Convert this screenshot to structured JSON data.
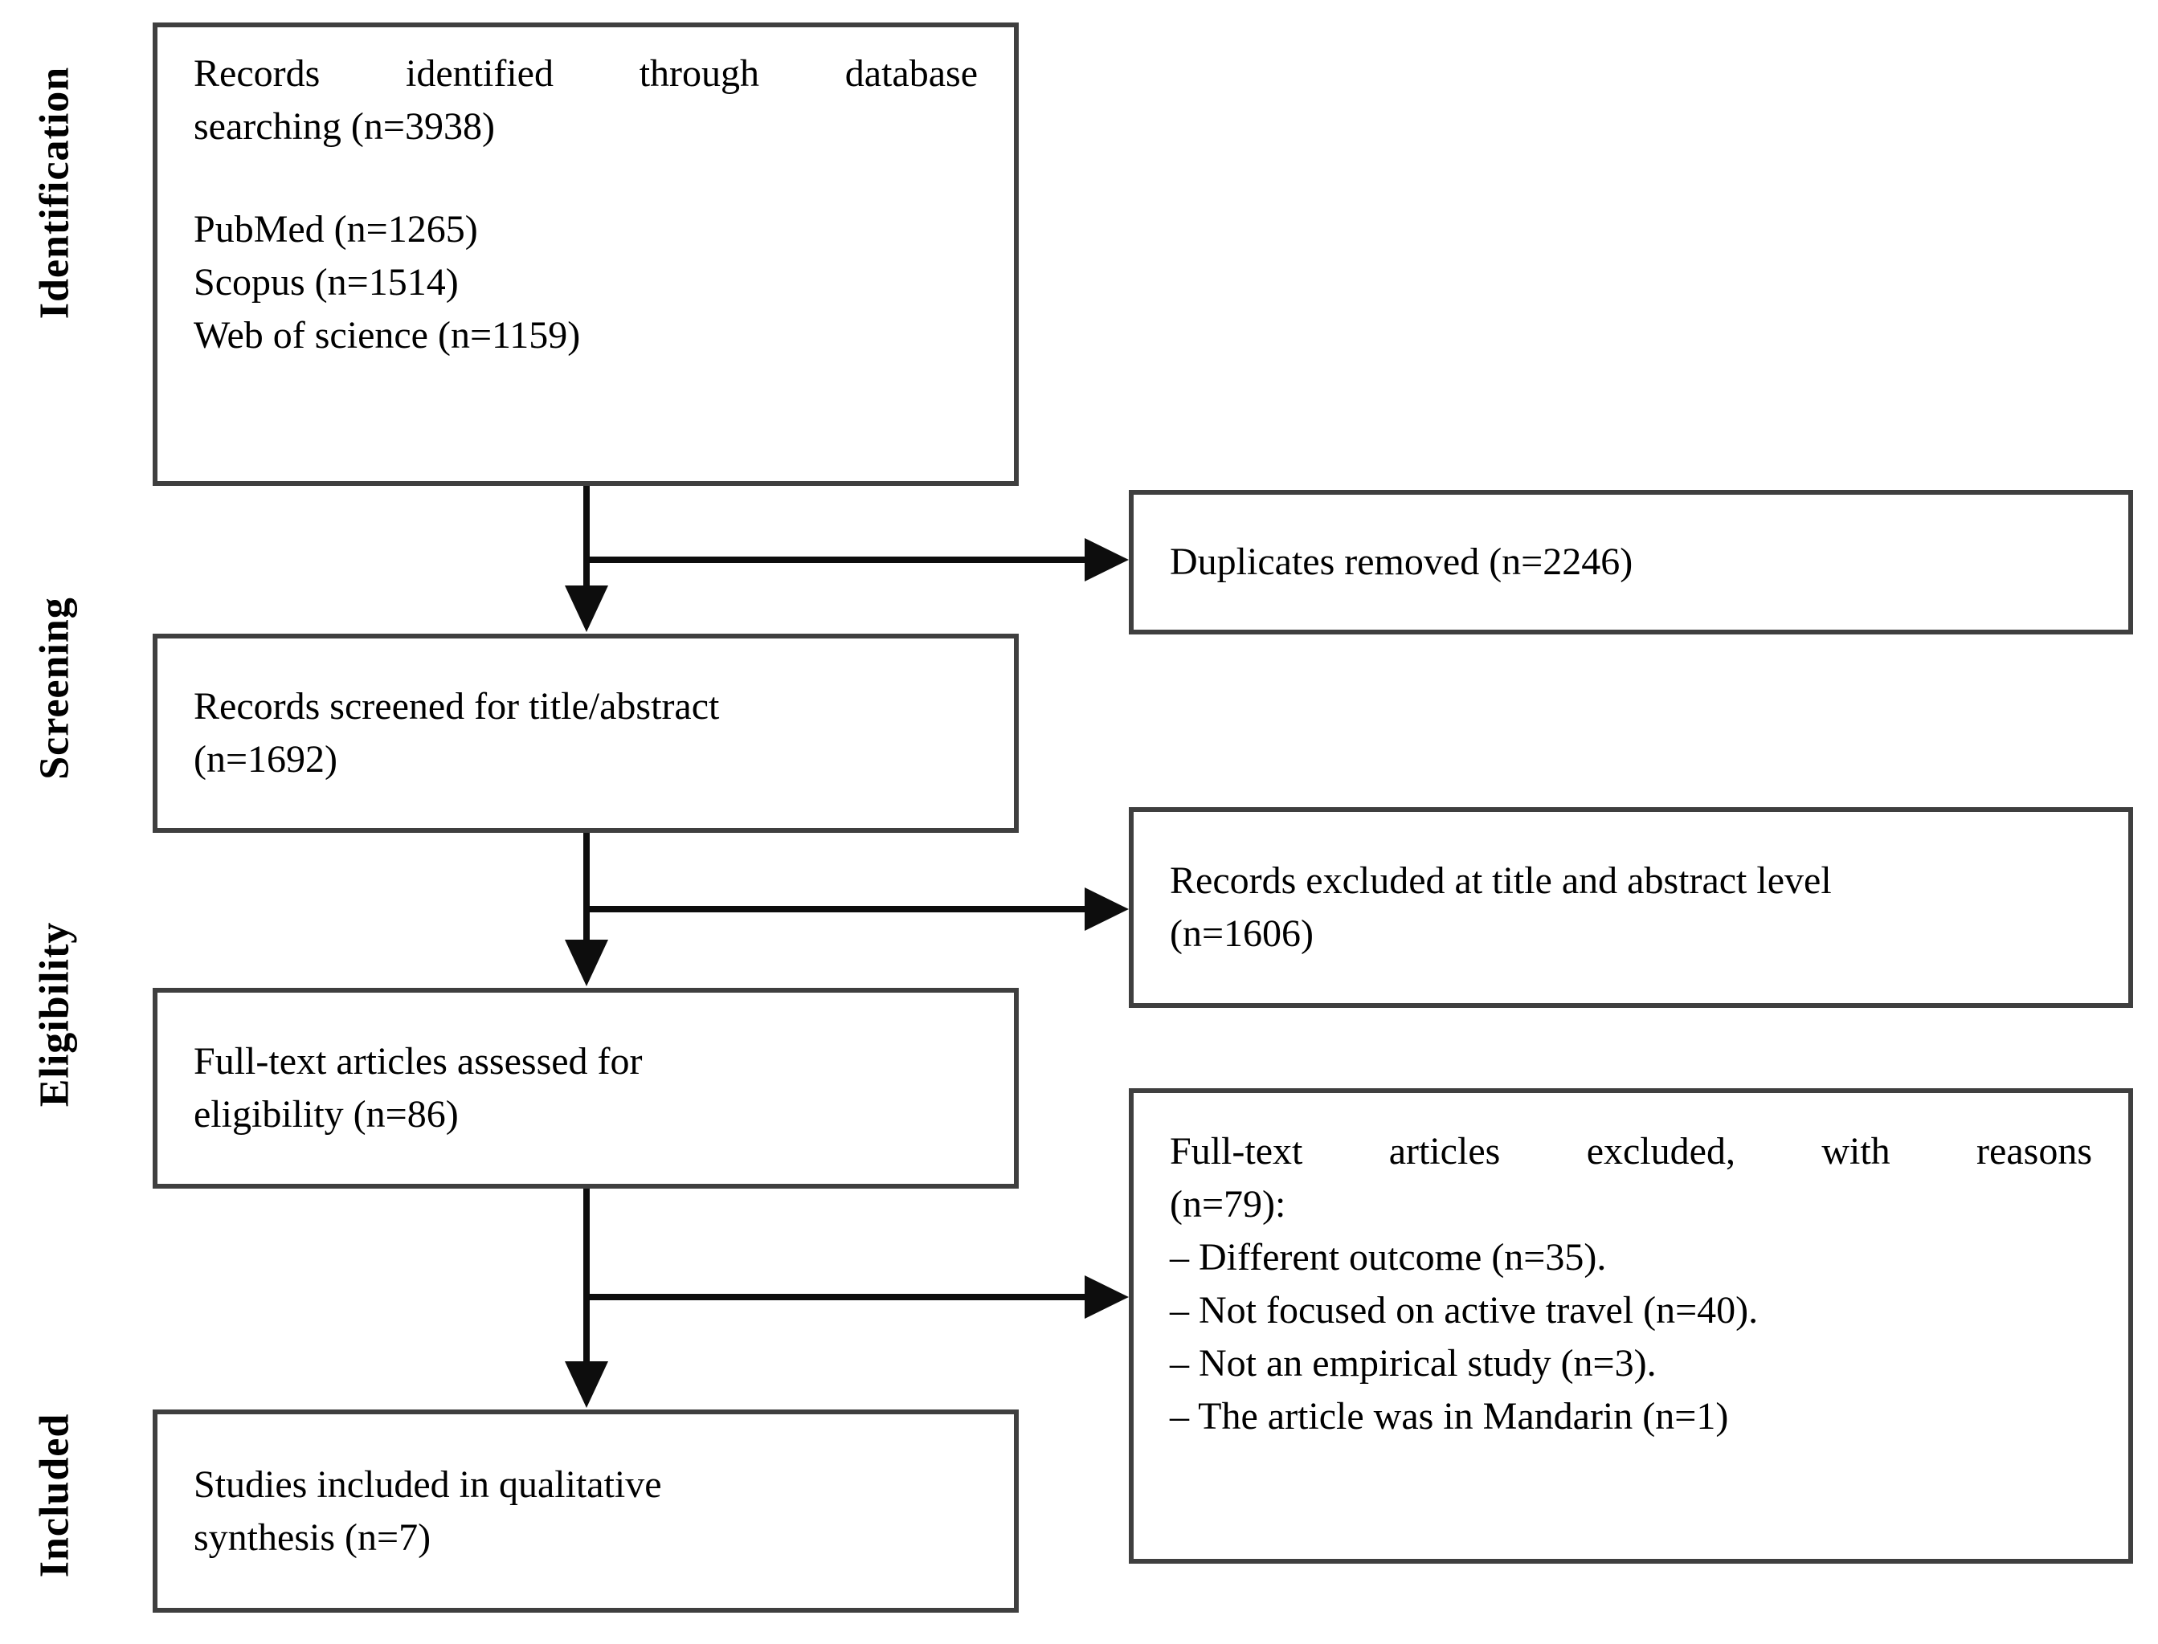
{
  "diagram": {
    "stage_labels": [
      "Identification",
      "Screening",
      "Eligibility",
      "Included"
    ],
    "flow_boxes": {
      "identification": {
        "title_lines": [
          "Records identified through database",
          "searching (n=3938)"
        ],
        "sources": [
          "PubMed (n=1265)",
          "Scopus (n=1514)",
          "Web of science (n=1159)"
        ]
      },
      "screening": {
        "lines": [
          "Records screened for title/abstract",
          "(n=1692)"
        ]
      },
      "eligibility": {
        "lines": [
          "Full-text articles assessed for",
          "eligibility (n=86)"
        ]
      },
      "included": {
        "lines": [
          "Studies included in qualitative",
          "synthesis (n=7)"
        ]
      }
    },
    "exclusion_boxes": {
      "duplicates": {
        "lines": [
          "Duplicates removed (n=2246)"
        ]
      },
      "title_abstract": {
        "lines": [
          "Records excluded at title and abstract level",
          "(n=1606)"
        ]
      },
      "full_text": {
        "title_lines": [
          "Full-text articles excluded, with reasons",
          "(n=79):"
        ],
        "reasons": [
          "– Different outcome (n=35).",
          "– Not focused on active travel (n=40).",
          "– Not an empirical study (n=3).",
          "– The article was in Mandarin (n=1)"
        ]
      }
    },
    "colors": {
      "background": "#ffffff",
      "box_border": "#3f3f3f",
      "arrow": "#0d0d0d",
      "text": "#000000"
    }
  }
}
